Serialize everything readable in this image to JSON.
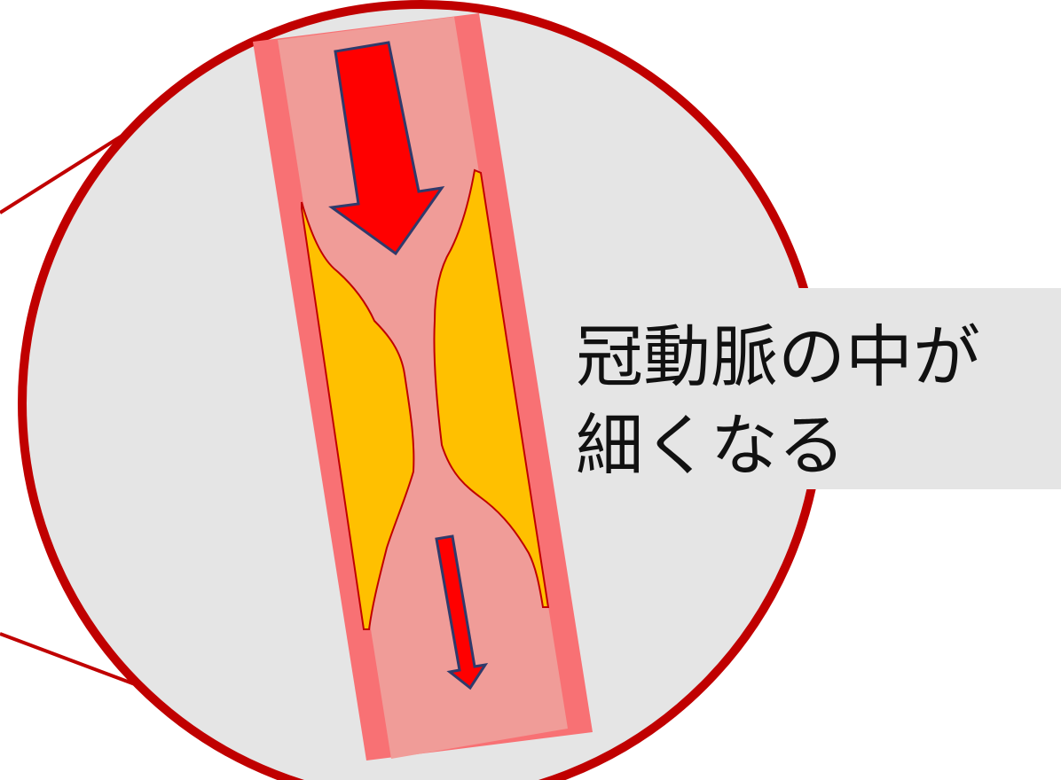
{
  "colors": {
    "background": "#ffffff",
    "magnifier_fill": "#e5e5e5",
    "magnifier_border": "#c00000",
    "vessel_wall": "#f87174",
    "vessel_lumen": "#f09c98",
    "plaque": "#ffc000",
    "arrow_fill": "#ff0000",
    "arrow_outline": "#2f3a6b",
    "callout_fill": "#e5e5e5",
    "text": "#111111"
  },
  "callout": {
    "line1": "冠動脈の中が",
    "line2": "細くなる"
  },
  "icons": [
    "blood-flow-arrow-large",
    "blood-flow-arrow-small"
  ]
}
